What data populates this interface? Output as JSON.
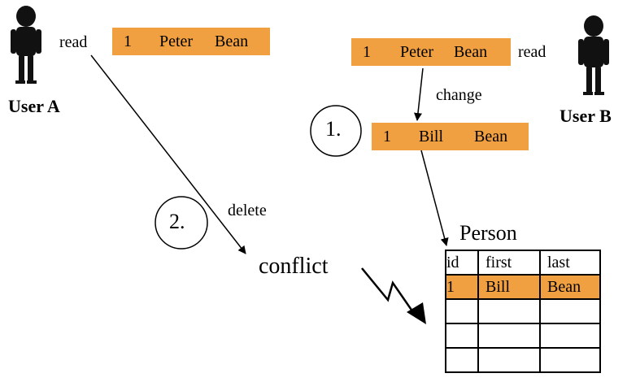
{
  "users": {
    "a": {
      "label": "User A"
    },
    "b": {
      "label": "User B"
    }
  },
  "actions": {
    "read_a": "read",
    "read_b": "read",
    "change": "change",
    "delete": "delete",
    "conflict": "conflict"
  },
  "records": {
    "a_read": {
      "id": "1",
      "first": "Peter",
      "last": "Bean"
    },
    "b_read": {
      "id": "1",
      "first": "Peter",
      "last": "Bean"
    },
    "b_changed": {
      "id": "1",
      "first": "Bill",
      "last": "Bean"
    }
  },
  "steps": {
    "one": "1.",
    "two": "2."
  },
  "table": {
    "name": "Person",
    "headers": [
      "id",
      "first",
      "last"
    ],
    "rows": [
      [
        "1",
        "Bill",
        "Bean"
      ],
      [
        "",
        "",
        ""
      ],
      [
        "",
        "",
        ""
      ],
      [
        "",
        "",
        ""
      ]
    ]
  },
  "colors": {
    "record_fill": "#f0a040",
    "ink": "#000000"
  }
}
